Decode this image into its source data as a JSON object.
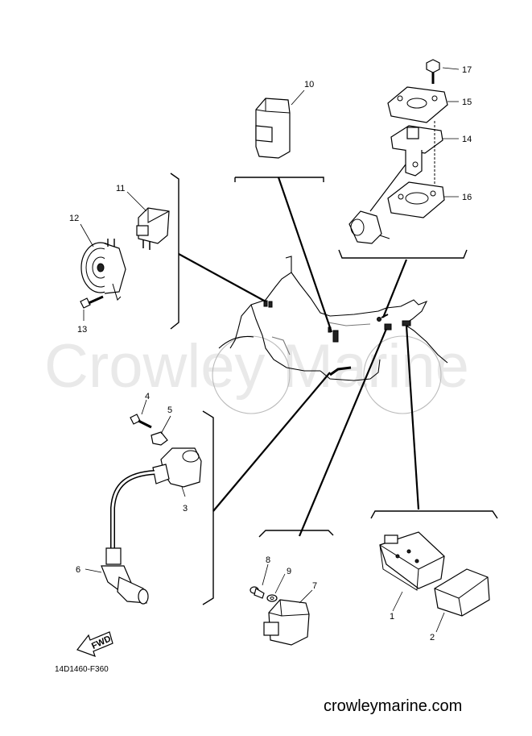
{
  "watermark": "Crowley Marine",
  "diagram_code": "14D1460-F360",
  "site_url": "crowleymarine.com",
  "fwd_label": "FWD",
  "callouts": [
    {
      "id": "p1",
      "label": "1"
    },
    {
      "id": "p2",
      "label": "2"
    },
    {
      "id": "p3",
      "label": "3"
    },
    {
      "id": "p4",
      "label": "4"
    },
    {
      "id": "p5",
      "label": "5"
    },
    {
      "id": "p6",
      "label": "6"
    },
    {
      "id": "p7",
      "label": "7"
    },
    {
      "id": "p8",
      "label": "8"
    },
    {
      "id": "p9",
      "label": "9"
    },
    {
      "id": "p10",
      "label": "10"
    },
    {
      "id": "p11",
      "label": "11"
    },
    {
      "id": "p12",
      "label": "12"
    },
    {
      "id": "p13",
      "label": "13"
    },
    {
      "id": "p14",
      "label": "14"
    },
    {
      "id": "p15",
      "label": "15"
    },
    {
      "id": "p16",
      "label": "16"
    },
    {
      "id": "p17",
      "label": "17"
    }
  ]
}
